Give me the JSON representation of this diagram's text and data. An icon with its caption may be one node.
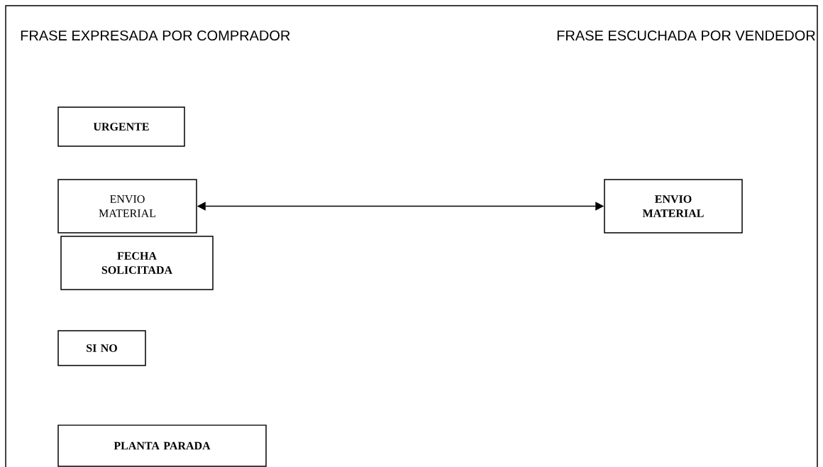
{
  "diagram": {
    "nodes": [
      {
        "text": [
          "URGENTE"
        ]
      },
      {
        "text": [
          "ENVIO MATERIAL"
        ]
      },
      {
        "text": [
          "ENVIO MATERIAL"
        ]
      },
      {
        "text": [
          "FECHA SOLICITADA"
        ]
      },
      {
        "text": [
          "SI NO"
        ]
      },
      {
        "text": [
          "PLANTA PARADA"
        ]
      }
    ],
    "edges": [
      {
        "from": 1,
        "to": 2,
        "arrow": "both"
      }
    ],
    "labels": [
      "FRASE EXPRESADA POR COMPRADOR",
      "FRASE ESCUCHADA POR VENDEDOR"
    ]
  }
}
